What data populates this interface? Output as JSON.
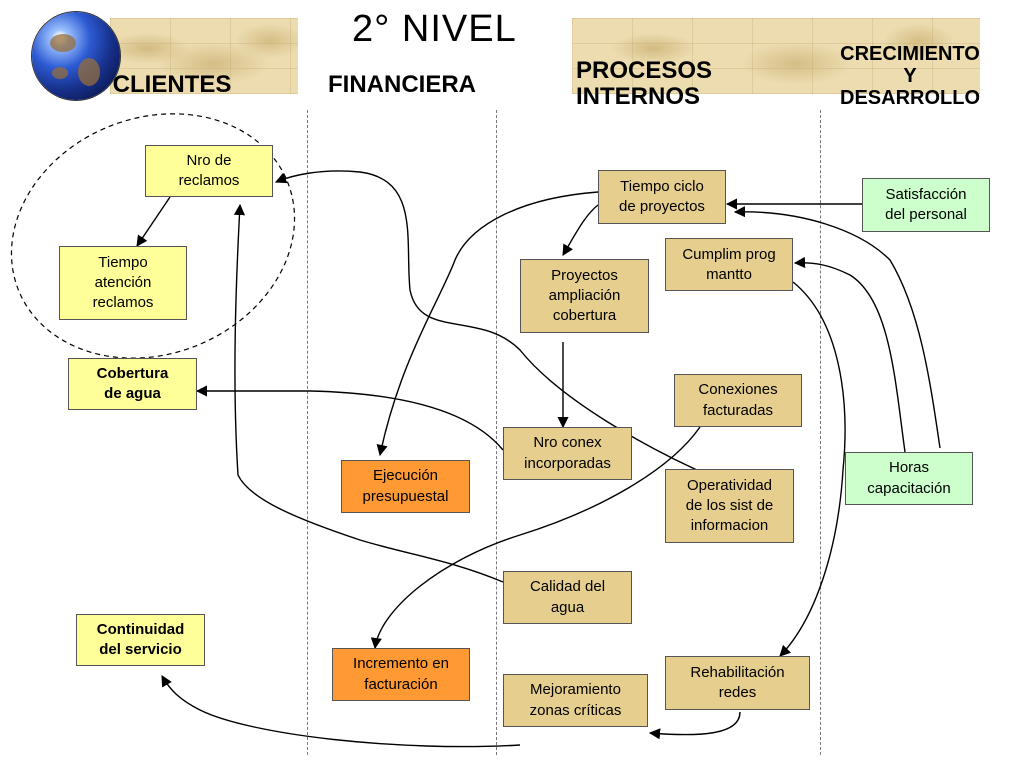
{
  "title": "2° NIVEL",
  "columns": {
    "clientes": "CLIENTES",
    "financiera": "FINANCIERA",
    "procesos_1": "PROCESOS",
    "procesos_2": "INTERNOS",
    "crecimiento_1": "CRECIMIENTO",
    "crecimiento_2": "Y",
    "crecimiento_3": "DESARROLLO"
  },
  "nodes": {
    "nro_reclamos": "Nro de\nreclamos",
    "tiempo_atencion": "Tiempo\natención\nreclamos",
    "cobertura_agua": "Cobertura\nde agua",
    "continuidad": "Continuidad\ndel servicio",
    "ejecucion": "Ejecución\npresupuestal",
    "incremento": "Incremento en\nfacturación",
    "tiempo_ciclo": "Tiempo ciclo\nde proyectos",
    "proyectos_ampliacion": "Proyectos\nampliación\ncobertura",
    "cumplim": "Cumplim prog\nmantto",
    "conexiones": "Conexiones\nfacturadas",
    "nro_conex": "Nro conex\nincorporadas",
    "operatividad": "Operatividad\nde los sist de\ninformacion",
    "calidad": "Calidad del\nagua",
    "mejoramiento": "Mejoramiento\nzonas críticas",
    "rehabilitacion": "Rehabilitación\nredes",
    "satisfaccion": "Satisfacción\ndel personal",
    "horas": "Horas\ncapacitación"
  },
  "colors": {
    "clientes_box": "#ffff99",
    "financiera_box": "#ff9933",
    "procesos_box": "#e6cf8e",
    "crecimiento_box": "#ccffcc",
    "banner": "#ecdcb0"
  }
}
